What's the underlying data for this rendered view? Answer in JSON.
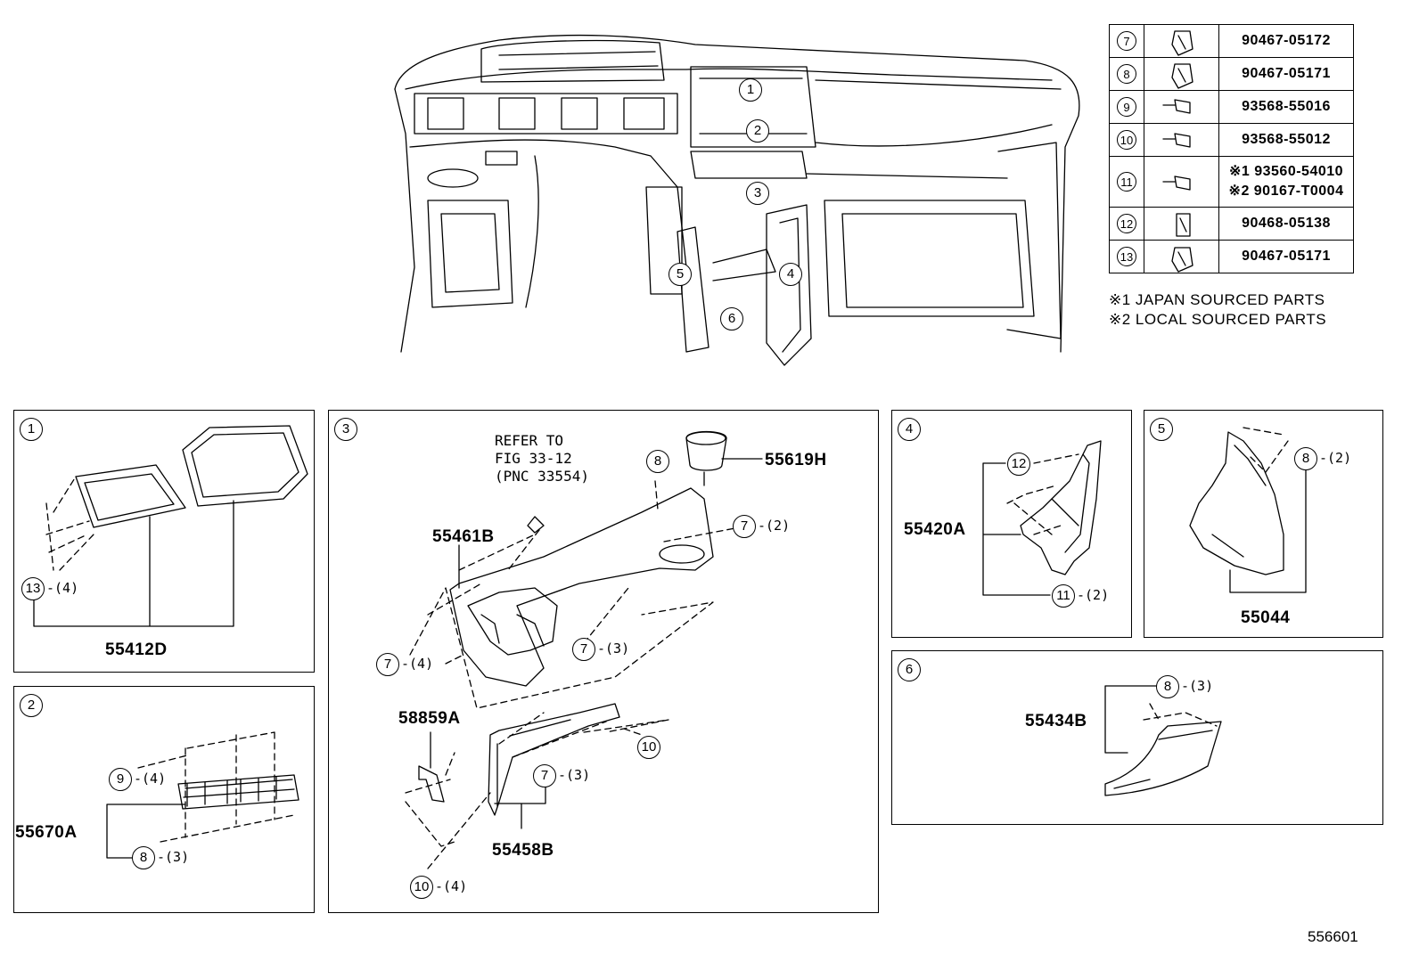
{
  "legend": [
    {
      "num": "7",
      "part": "90467-05172",
      "icon": "clip-icon"
    },
    {
      "num": "8",
      "part": "90467-05171",
      "icon": "clip-icon"
    },
    {
      "num": "9",
      "part": "93568-55016",
      "icon": "screw-icon"
    },
    {
      "num": "10",
      "part": "93568-55012",
      "icon": "screw-icon"
    },
    {
      "num": "11",
      "part1": "※1 93560-54010",
      "part2": "※2 90167-T0004",
      "icon": "screw-icon"
    },
    {
      "num": "12",
      "part": "90468-05138",
      "icon": "clip-icon"
    },
    {
      "num": "13",
      "part": "90467-05171",
      "icon": "clip-icon"
    }
  ],
  "notes": [
    "※1 JAPAN SOURCED PARTS",
    "※2 LOCAL SOURCED PARTS"
  ],
  "overview_callouts": [
    "1",
    "2",
    "3",
    "4",
    "5",
    "6"
  ],
  "panels": {
    "p1": {
      "num": "1",
      "part": "55412D",
      "c13": "13",
      "c13q": "-(4)"
    },
    "p2": {
      "num": "2",
      "part": "55670A",
      "c9": "9",
      "c9q": "-(4)",
      "c8": "8",
      "c8q": "-(3)"
    },
    "p3": {
      "num": "3",
      "ref": [
        "REFER TO",
        "FIG 33-12",
        "(PNC 33554)"
      ],
      "parts": {
        "a": "55619H",
        "b": "55461B",
        "c": "58859A",
        "d": "55458B"
      },
      "c8": "8",
      "c7a": "7",
      "c7aq": "-(2)",
      "c7b": "7",
      "c7bq": "-(4)",
      "c7c": "7",
      "c7cq": "-(3)",
      "c7d": "7",
      "c7dq": "-(3)",
      "c10a": "10",
      "c10b": "10",
      "c10bq": "-(4)"
    },
    "p4": {
      "num": "4",
      "part": "55420A",
      "c12": "12",
      "c11": "11",
      "c11q": "-(2)"
    },
    "p5": {
      "num": "5",
      "part": "55044",
      "c8": "8",
      "c8q": "-(2)"
    },
    "p6": {
      "num": "6",
      "part": "55434B",
      "c8": "8",
      "c8q": "-(3)"
    }
  },
  "figure_id": "556601"
}
